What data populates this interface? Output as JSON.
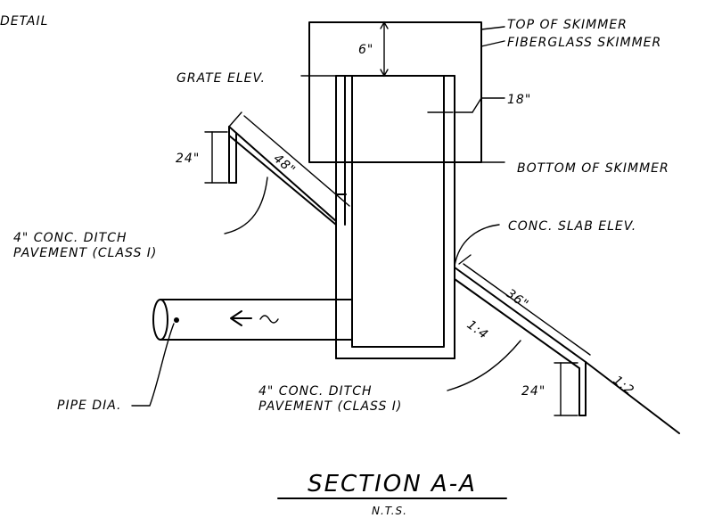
{
  "labels": {
    "corner": "DETAIL",
    "top_of_skimmer": "TOP OF SKIMMER",
    "fiberglass_skimmer": "FIBERGLASS SKIMMER",
    "grate_elev": "GRATE ELEV.",
    "bottom_of_skimmer": "BOTTOM OF SKIMMER",
    "conc_slab_elev": "CONC. SLAB ELEV.",
    "left_ditch_line1": "4\" CONC. DITCH",
    "left_ditch_line2": "PAVEMENT (CLASS I)",
    "bottom_ditch_line1": "4\" CONC. DITCH",
    "bottom_ditch_line2": "PAVEMENT (CLASS I)",
    "pipe_dia": "PIPE DIA."
  },
  "dimensions": {
    "skimmer_gap": "6\"",
    "riser_width": "18\"",
    "left_wall_height": "24\"",
    "left_slope_length": "48\"",
    "right_slope_length": "36\"",
    "right_wall_height": "24\"",
    "slope_near": "1:4",
    "slope_far": "1:2"
  },
  "title": {
    "main": "SECTION A-A",
    "scale": "N.T.S."
  }
}
